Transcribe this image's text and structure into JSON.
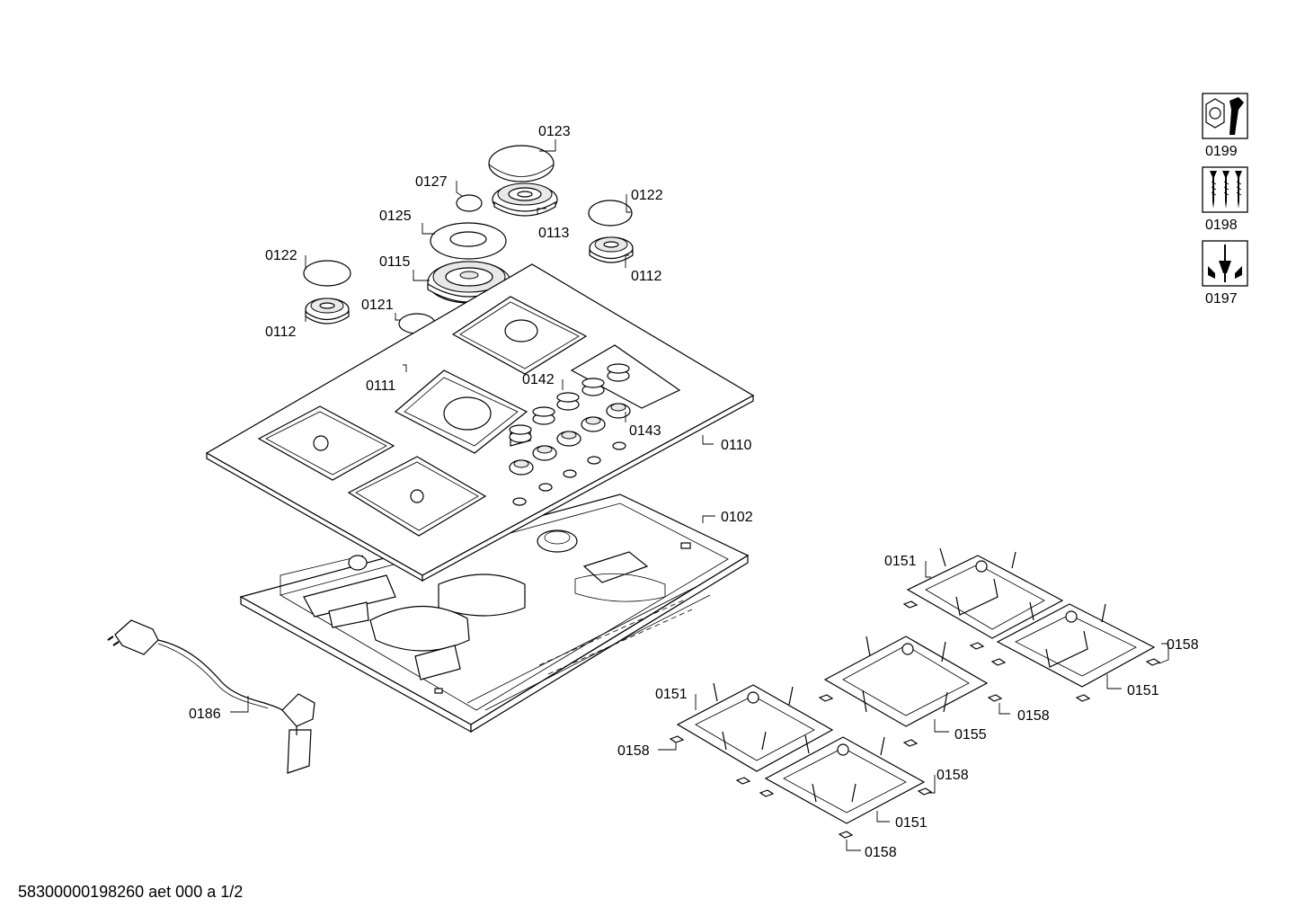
{
  "part_labels": {
    "p0123": "0123",
    "p0127": "0127",
    "p0122a": "0122",
    "p0125": "0125",
    "p0113": "0113",
    "p0122b": "0122",
    "p0115": "0115",
    "p0112a": "0112",
    "p0112b": "0112",
    "p0121": "0121",
    "p0111": "0111",
    "p0142": "0142",
    "p0143": "0143",
    "p0110": "0110",
    "p0102": "0102",
    "p0186": "0186",
    "p0151a": "0151",
    "p0151b": "0151",
    "p0151c": "0151",
    "p0151d": "0151",
    "p0155": "0155",
    "p0158a": "0158",
    "p0158b": "0158",
    "p0158c": "0158",
    "p0158d": "0158",
    "p0158e": "0158"
  },
  "tool_icons": [
    {
      "icon": "nut-wrench-icon",
      "label": "0199"
    },
    {
      "icon": "screws-icon",
      "label": "0198"
    },
    {
      "icon": "screwdriver-icon",
      "label": "0197"
    }
  ],
  "footer": "58300000198260 aet 000 a 1/2"
}
